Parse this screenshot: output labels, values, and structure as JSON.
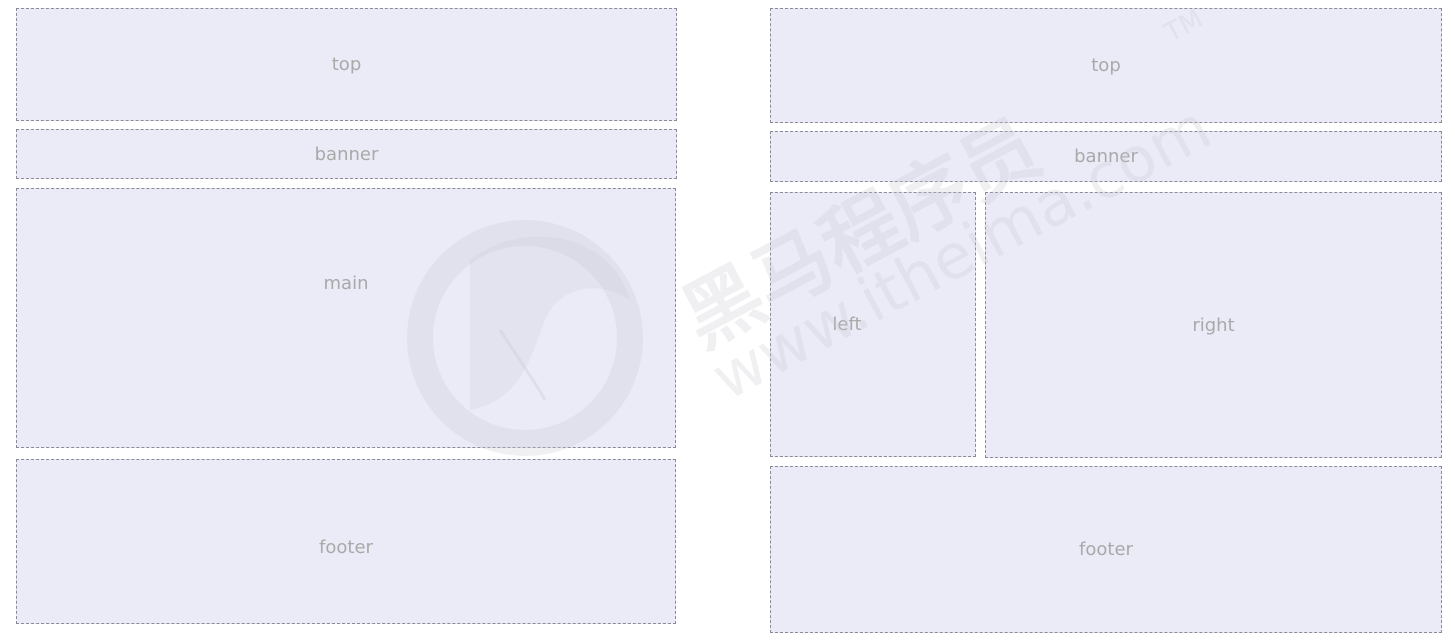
{
  "left_layout": {
    "top": "top",
    "banner": "banner",
    "main": "main",
    "footer": "footer"
  },
  "right_layout": {
    "top": "top",
    "banner": "banner",
    "left": "left",
    "right": "right",
    "footer": "footer"
  },
  "watermark": {
    "brand_cn": "黑马程序员",
    "url": "www.itheima.com",
    "trademark": "TM"
  },
  "colors": {
    "box_fill": "#ebebf8",
    "box_border": "#8a8a98",
    "label": "#a9a9a9"
  }
}
